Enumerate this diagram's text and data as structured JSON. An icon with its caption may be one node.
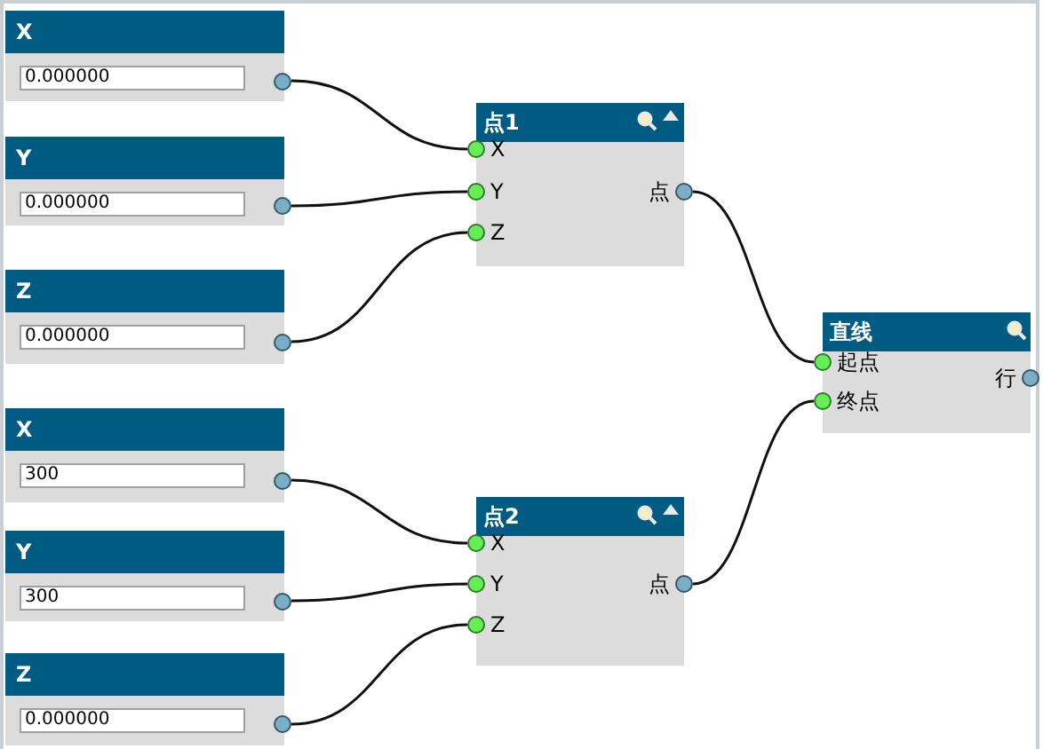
{
  "diagram": {
    "nodes": [
      {
        "text": [
          "X",
          "0.000000"
        ]
      },
      {
        "text": [
          "Y",
          "0.000000"
        ]
      },
      {
        "text": [
          "Z",
          "0.000000"
        ]
      },
      {
        "text": [
          "X",
          "300"
        ]
      },
      {
        "text": [
          "Y",
          "300"
        ]
      },
      {
        "text": [
          "Z",
          "0.000000"
        ]
      },
      {
        "text": [
          "点1"
        ]
      },
      {
        "text": [
          "X"
        ],
        "in": 6
      },
      {
        "text": [
          "Y"
        ],
        "in": 6
      },
      {
        "text": [
          "Z"
        ],
        "in": 6
      },
      {
        "text": [
          "点"
        ],
        "in": 6
      },
      {
        "text": [
          "点2"
        ]
      },
      {
        "text": [
          "X"
        ],
        "in": 11
      },
      {
        "text": [
          "Y"
        ],
        "in": 11
      },
      {
        "text": [
          "Z"
        ],
        "in": 11
      },
      {
        "text": [
          "点"
        ],
        "in": 11
      },
      {
        "text": [
          "直线"
        ]
      },
      {
        "text": [
          "起点"
        ],
        "in": 16
      },
      {
        "text": [
          "终点"
        ],
        "in": 16
      },
      {
        "text": [
          "行"
        ],
        "in": 16
      }
    ],
    "edges": [
      {
        "from": 0,
        "to": 7,
        "arrow": "none"
      },
      {
        "from": 1,
        "to": 8,
        "arrow": "none"
      },
      {
        "from": 2,
        "to": 9,
        "arrow": "none"
      },
      {
        "from": 3,
        "to": 12,
        "arrow": "none"
      },
      {
        "from": 4,
        "to": 13,
        "arrow": "none"
      },
      {
        "from": 5,
        "to": 14,
        "arrow": "none"
      },
      {
        "from": 10,
        "to": 17,
        "arrow": "none"
      },
      {
        "from": 15,
        "to": 18,
        "arrow": "none"
      }
    ]
  }
}
